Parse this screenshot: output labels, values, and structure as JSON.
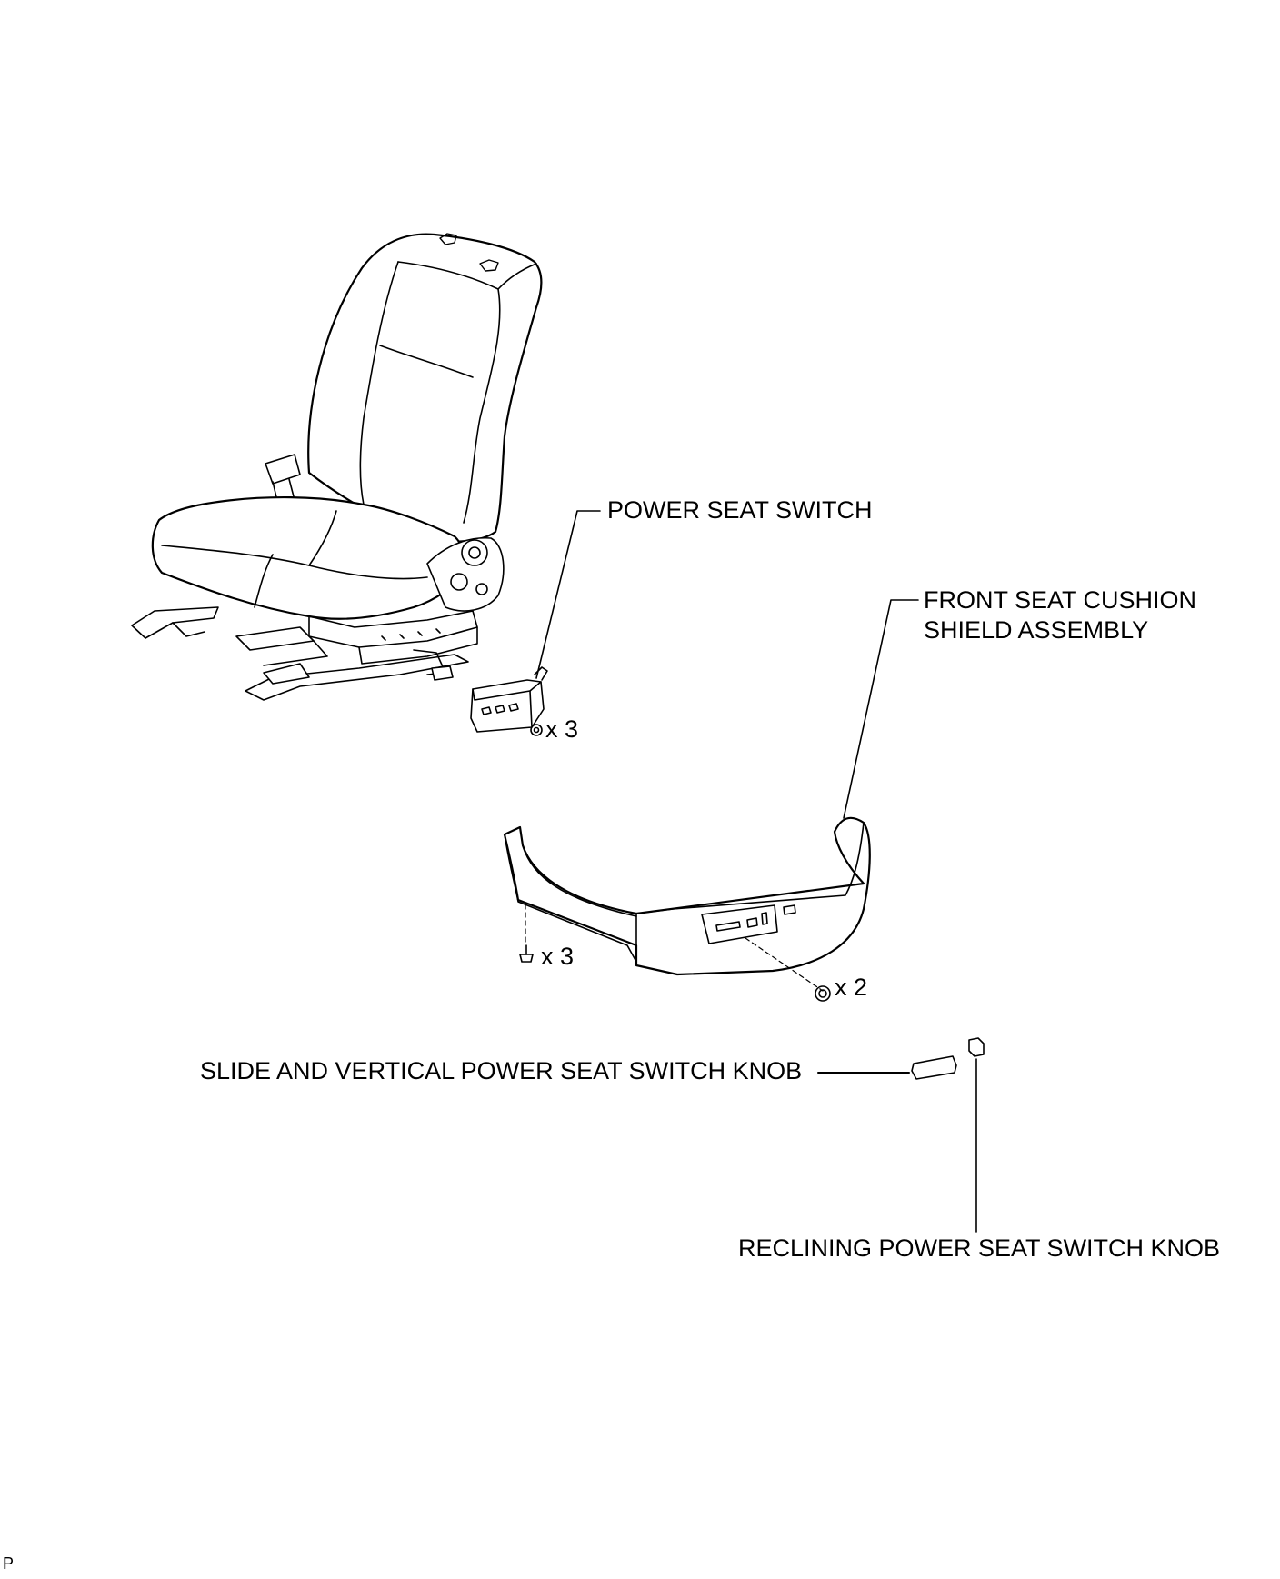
{
  "labels": {
    "power_seat_switch": "POWER SEAT SWITCH",
    "cushion_shield_line1": "FRONT SEAT CUSHION",
    "cushion_shield_line2": "SHIELD ASSEMBLY",
    "slide_vertical_knob": "SLIDE AND VERTICAL POWER SEAT SWITCH KNOB",
    "reclining_knob": "RECLINING POWER SEAT SWITCH KNOB"
  },
  "quantities": {
    "switch_screws": "x 3",
    "shield_clips": "x 3",
    "shield_screws": "x 2"
  },
  "corner_mark": "P",
  "icons": [
    "seat-assembly-icon",
    "power-seat-switch-icon",
    "screw-icon",
    "clip-icon",
    "cushion-shield-icon",
    "slide-knob-icon",
    "reclining-knob-icon"
  ]
}
